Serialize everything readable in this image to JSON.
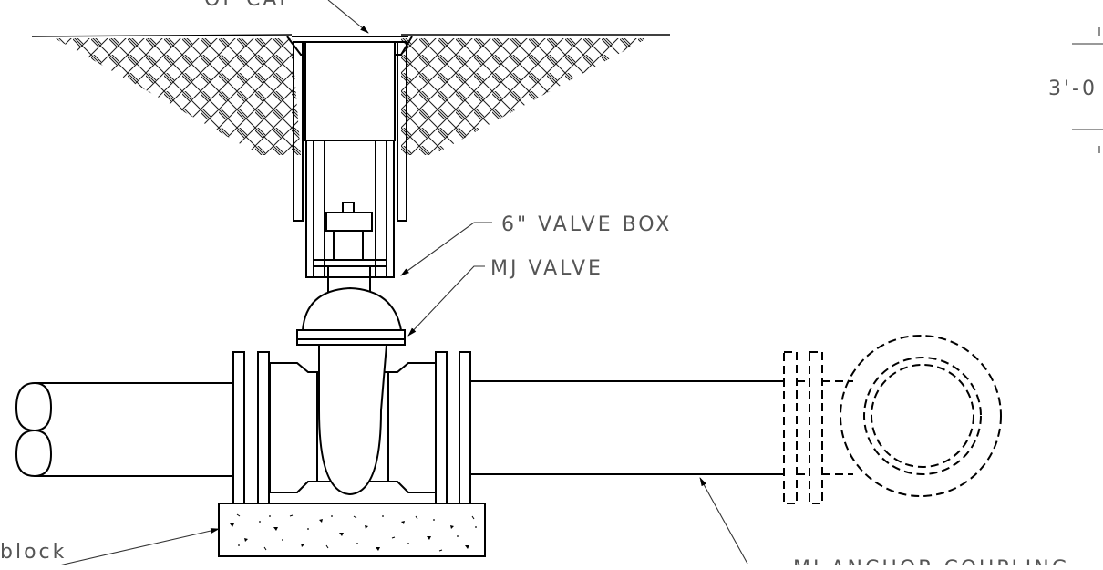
{
  "diagram": {
    "labels": {
      "top_cap": "OF CAP",
      "valve_box": "6\" VALVE BOX",
      "mj_valve": "MJ VALVE",
      "thrust_block": "block",
      "anchor_coupling": "MJ ANCHOR COUPLING",
      "dimension": "3'-0"
    }
  }
}
